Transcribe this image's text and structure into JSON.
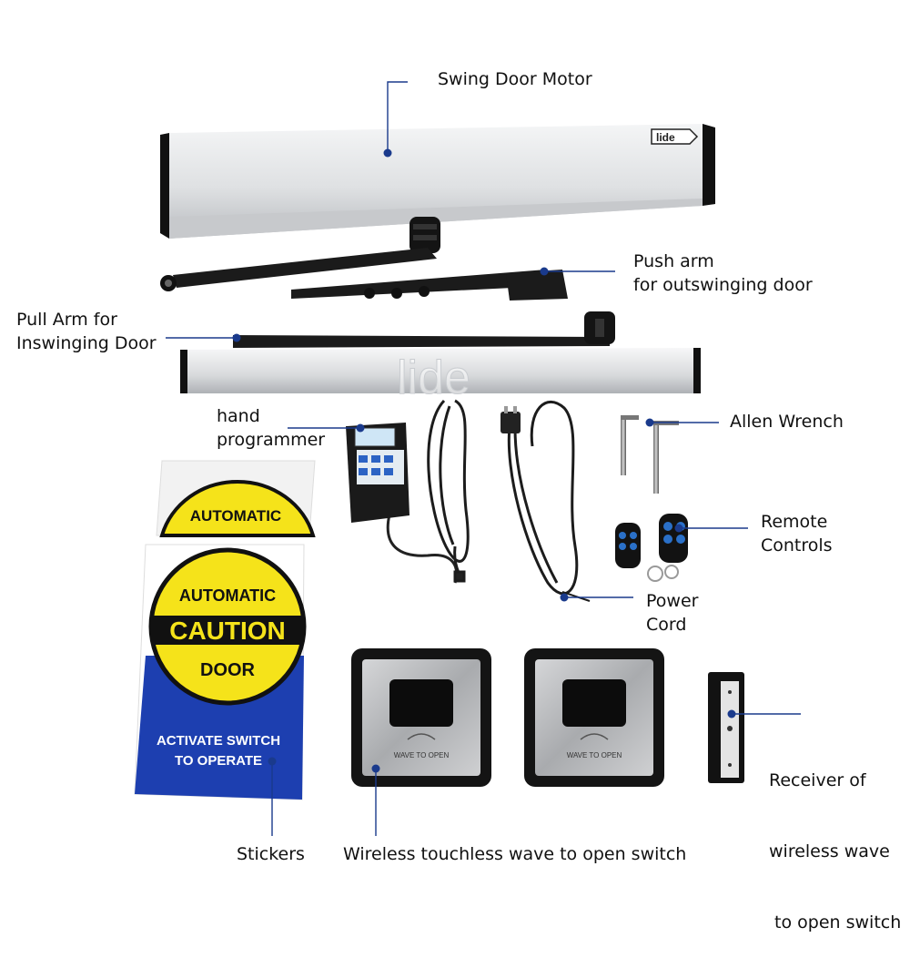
{
  "brand": {
    "logo_text": "lide",
    "watermark_text": "lide"
  },
  "labels": {
    "swing_door_motor": "Swing  Door  Motor",
    "push_arm_line1": "Push arm",
    "push_arm_line2": "for outswinging door",
    "pull_arm_line1": "Pull Arm for",
    "pull_arm_line2": "Inswinging Door",
    "hand_programmer_line1": "hand",
    "hand_programmer_line2": "programmer",
    "allen_wrench": "Allen  Wrench",
    "remote_controls_line1": "Remote",
    "remote_controls_line2": "Controls",
    "power_cord_line1": "Power",
    "power_cord_line2": "Cord",
    "receiver_line1": "Receiver of",
    "receiver_line2": "wireless wave",
    "receiver_line3": " to open switch",
    "stickers": "Stickers",
    "wave_switch": "Wireless touchless wave to open switch"
  },
  "stickers": {
    "top_arc": "AUTOMATIC",
    "circle_top": "AUTOMATIC",
    "circle_mid": "CAUTION",
    "circle_bottom": "DOOR",
    "blue_line1": "ACTIVATE SWITCH",
    "blue_line2": "TO OPERATE"
  },
  "switch_plate_text": "WAVE TO OPEN",
  "colors": {
    "leader_line": "#1a3a8c",
    "leader_dot": "#1a3a8c",
    "sticker_yellow": "#f5e31a",
    "sticker_blue": "#1d3fb0",
    "motor_silver": "#e4e6e8",
    "arm_black": "#1b1b1b"
  }
}
